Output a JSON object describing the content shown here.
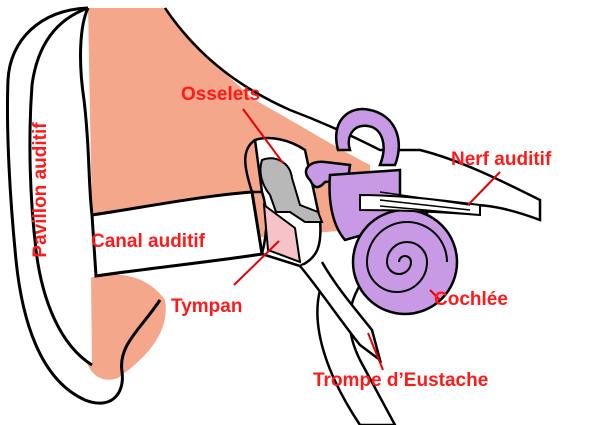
{
  "diagram": {
    "labels": {
      "pavillon": "Pavillon auditif",
      "osselets": "Osselets",
      "nerf": "Nerf auditif",
      "canal": "Canal auditif",
      "tympan": "Tympan",
      "cochlee": "Cochlée",
      "trompe": "Trompe d’Eustache"
    }
  },
  "colors": {
    "label": "#ff1a1a",
    "leader": "#e60000",
    "skin": "#f4a78a",
    "cochlea": "#c89ae6",
    "bone": "#b8b8b8",
    "eardrum": "#f6c3c8",
    "outline": "#000000"
  }
}
